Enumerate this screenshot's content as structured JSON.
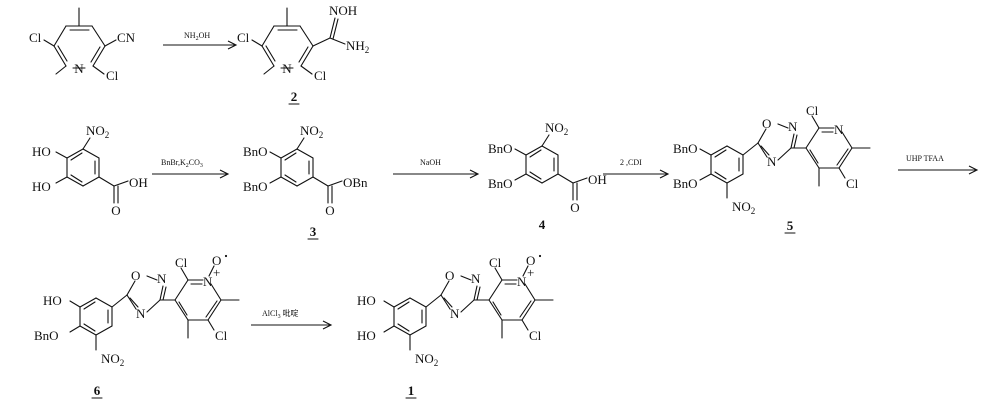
{
  "atoms": {
    "cl": "Cl",
    "cn": "CN",
    "n": "N",
    "o": "O",
    "noh": "NOH",
    "nh2": "NH",
    "two": "2",
    "no2": "NO",
    "ho": "HO",
    "bno": "BnO",
    "oh": "OH",
    "obn": "OBn",
    "plus": "+",
    "o_minus": "O"
  },
  "reagents": {
    "r1": "NH",
    "r1_sub": "2",
    "r1_tail": "OH",
    "r2": "BnBr,K",
    "r2_sub1": "2",
    "r2_mid": "CO",
    "r2_sub2": "3",
    "r3": "NaOH",
    "r4": "2 ,CDI",
    "r5": "UHP   TFAA",
    "r6": "AlCl",
    "r6_sub": "3",
    "r6_tail": " 吡啶"
  },
  "compounds": {
    "c2": "2",
    "c3": "3",
    "c4": "4",
    "c5": "5",
    "c6": "6",
    "c1": "1"
  }
}
